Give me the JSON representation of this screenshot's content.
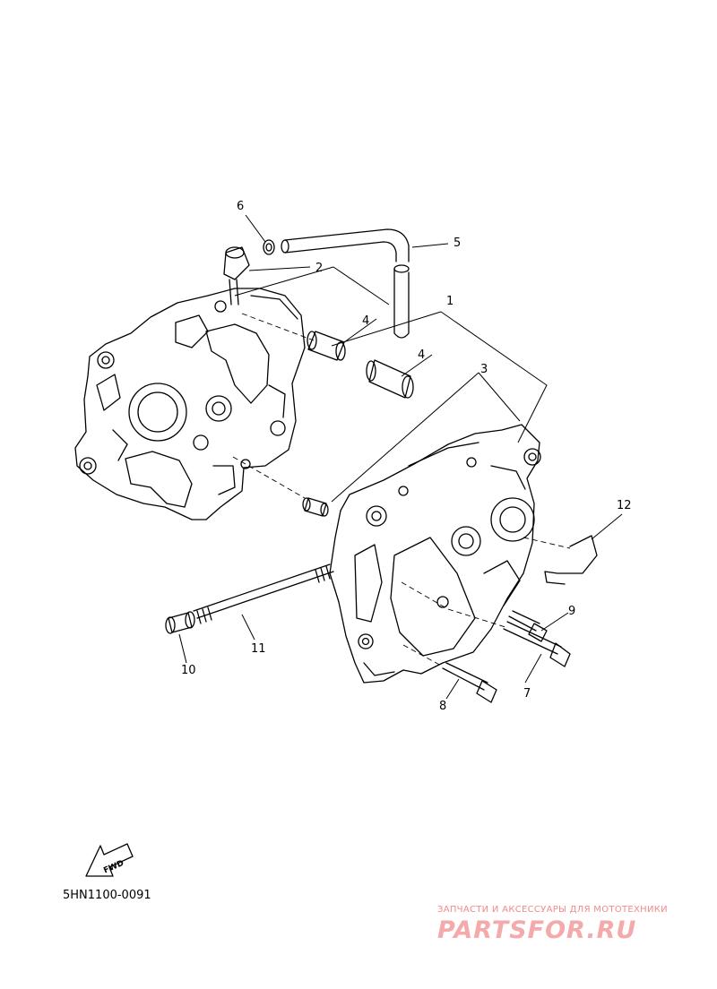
{
  "callouts": [
    "1",
    "2",
    "3",
    "4",
    "4",
    "5",
    "6",
    "7",
    "8",
    "9",
    "10",
    "11",
    "12"
  ],
  "fwd_label": "FWD",
  "drawing_code": "5HN1100-0091",
  "watermark": {
    "tagline": "ЗАПЧАСТИ И АКСЕССУАРЫ ДЛЯ МОТОТЕХНИКИ",
    "brand": "PARTSFOR.RU"
  }
}
